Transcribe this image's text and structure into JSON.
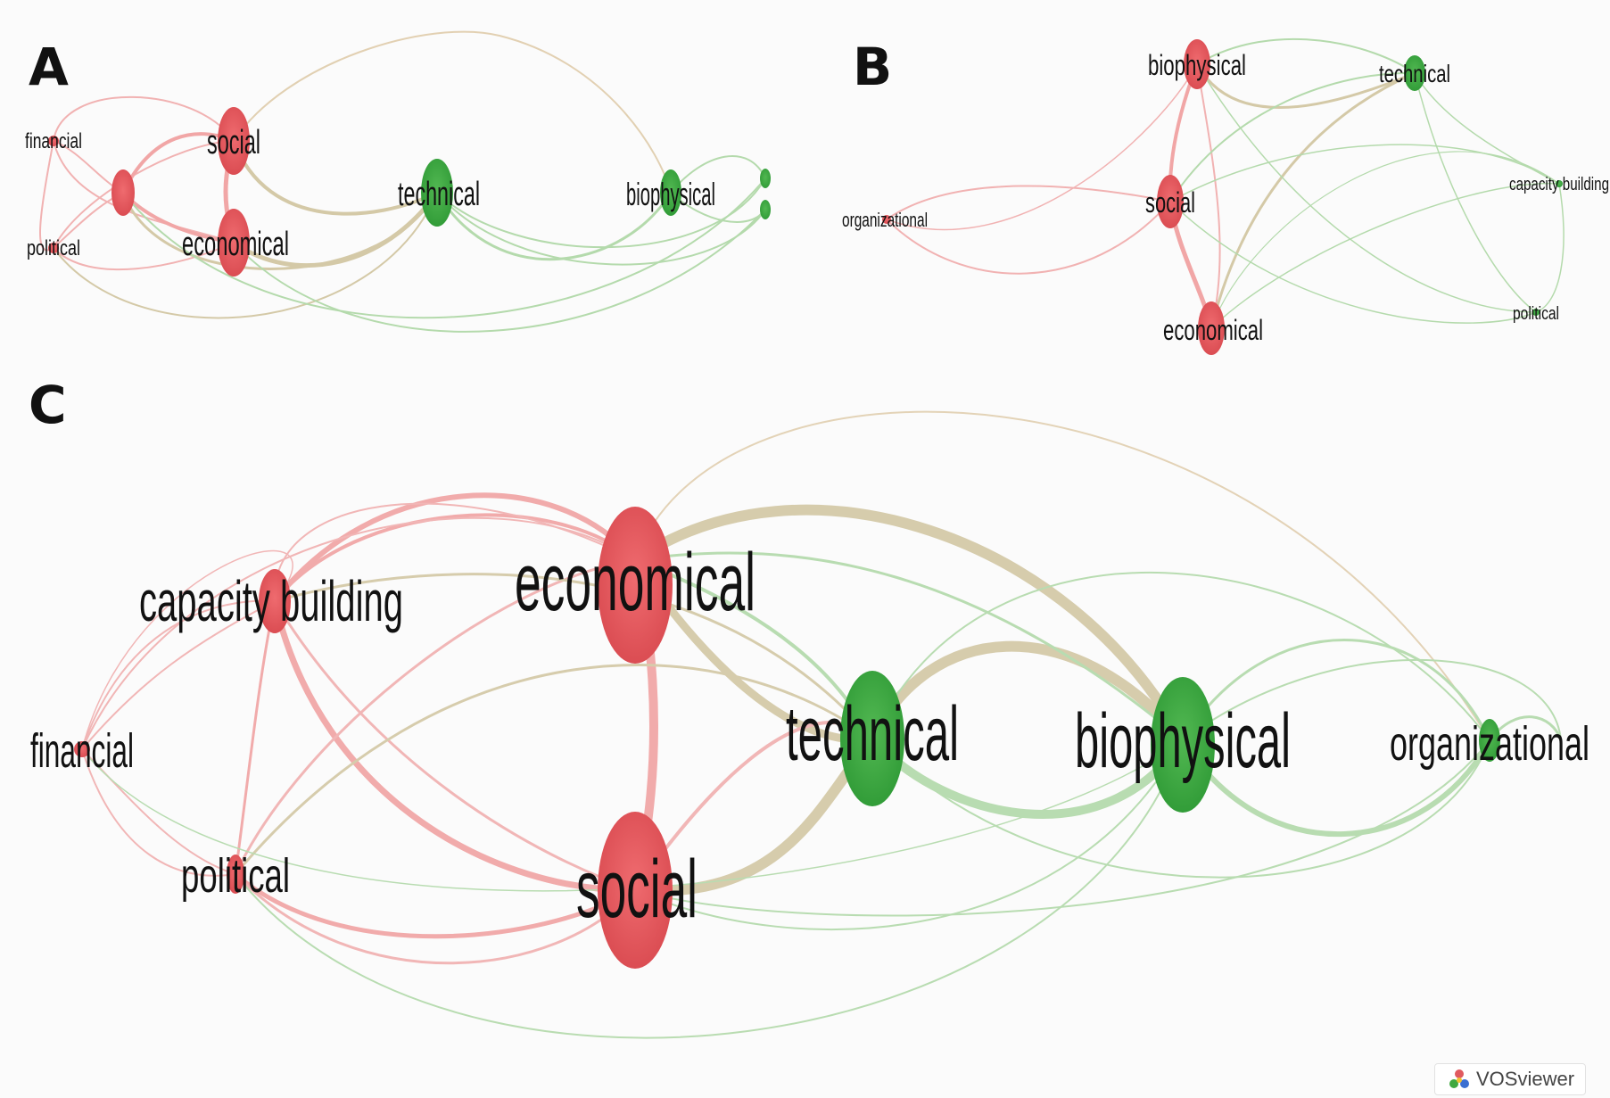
{
  "panels": [
    {
      "letter": "A",
      "nodes": [
        {
          "id": "financial",
          "label": "financial",
          "cluster": 1
        },
        {
          "id": "political",
          "label": "political",
          "cluster": 1
        },
        {
          "id": "unlabeled-red",
          "label": "",
          "cluster": 1
        },
        {
          "id": "social",
          "label": "social",
          "cluster": 1
        },
        {
          "id": "economical",
          "label": "economical",
          "cluster": 1
        },
        {
          "id": "technical",
          "label": "technical",
          "cluster": 2
        },
        {
          "id": "biophysical",
          "label": "biophysical",
          "cluster": 2
        },
        {
          "id": "unlabeled-green-1",
          "label": "",
          "cluster": 2
        },
        {
          "id": "unlabeled-green-2",
          "label": "",
          "cluster": 2
        }
      ]
    },
    {
      "letter": "B",
      "nodes": [
        {
          "id": "biophysical",
          "label": "biophysical",
          "cluster": 1
        },
        {
          "id": "technical",
          "label": "technical",
          "cluster": 2
        },
        {
          "id": "social",
          "label": "social",
          "cluster": 1
        },
        {
          "id": "economical",
          "label": "economical",
          "cluster": 1
        },
        {
          "id": "organizational",
          "label": "organizational",
          "cluster": 1
        },
        {
          "id": "capacity-building",
          "label": "capacity building",
          "cluster": 2
        },
        {
          "id": "political",
          "label": "political",
          "cluster": 2
        }
      ]
    },
    {
      "letter": "C",
      "nodes": [
        {
          "id": "capacity-building",
          "label": "capacity building",
          "cluster": 1
        },
        {
          "id": "economical",
          "label": "economical",
          "cluster": 1
        },
        {
          "id": "financial",
          "label": "financial",
          "cluster": 1
        },
        {
          "id": "political",
          "label": "political",
          "cluster": 1
        },
        {
          "id": "social",
          "label": "social",
          "cluster": 1
        },
        {
          "id": "technical",
          "label": "technical",
          "cluster": 2
        },
        {
          "id": "biophysical",
          "label": "biophysical",
          "cluster": 2
        },
        {
          "id": "organizational",
          "label": "organizational",
          "cluster": 2
        }
      ]
    }
  ],
  "colors": {
    "cluster_1": "#e05a5f",
    "cluster_2": "#3fa83f",
    "link_red": "#ee9a9a",
    "link_green": "#9dcf92",
    "link_mixed": "#c7b98c"
  },
  "watermark": {
    "text": "VOSviewer",
    "icon": "vosviewer-logo-icon"
  }
}
